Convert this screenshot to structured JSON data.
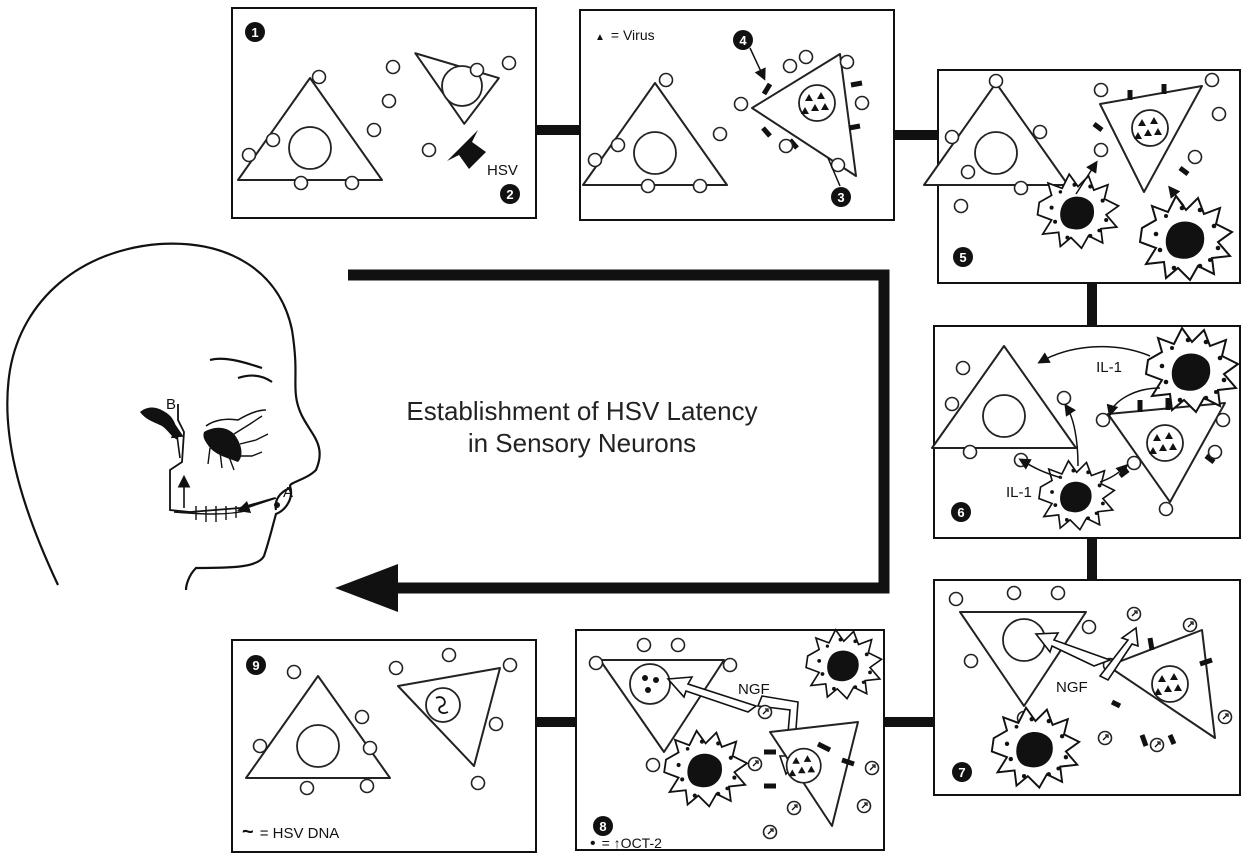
{
  "title": {
    "line1": "Establishment of HSV Latency",
    "line2": "in Sensory Neurons"
  },
  "legend": {
    "virus_symbol": "▲",
    "virus_text": "= Virus",
    "dna_symbol": "~",
    "dna_text": "= HSV DNA",
    "oct_symbol": "•",
    "oct_text": "= ↑OCT-2"
  },
  "labels": {
    "hsv": "HSV",
    "il1": "IL-1",
    "ngf": "NGF",
    "point_a": "A",
    "point_b": "B"
  },
  "steps": [
    "1",
    "2",
    "3",
    "4",
    "5",
    "6",
    "7",
    "8",
    "9"
  ]
}
